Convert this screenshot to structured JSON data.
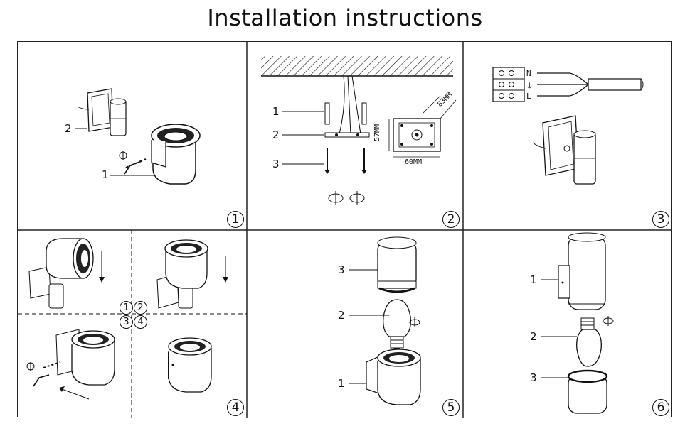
{
  "title": "Installation instructions",
  "panels": [
    {
      "number": "1",
      "labels": [
        "2",
        "1"
      ]
    },
    {
      "number": "2",
      "labels": [
        "1",
        "2",
        "3"
      ],
      "dims": {
        "diag": "83MM",
        "height": "57MM",
        "width": "60MM"
      }
    },
    {
      "number": "3",
      "terminals": [
        "N",
        "⏚",
        "L"
      ]
    },
    {
      "number": "4",
      "sub_steps": [
        "1",
        "2",
        "3",
        "4"
      ]
    },
    {
      "number": "5",
      "labels": [
        "3",
        "2",
        "1"
      ]
    },
    {
      "number": "6",
      "labels": [
        "1",
        "2",
        "3"
      ]
    }
  ]
}
